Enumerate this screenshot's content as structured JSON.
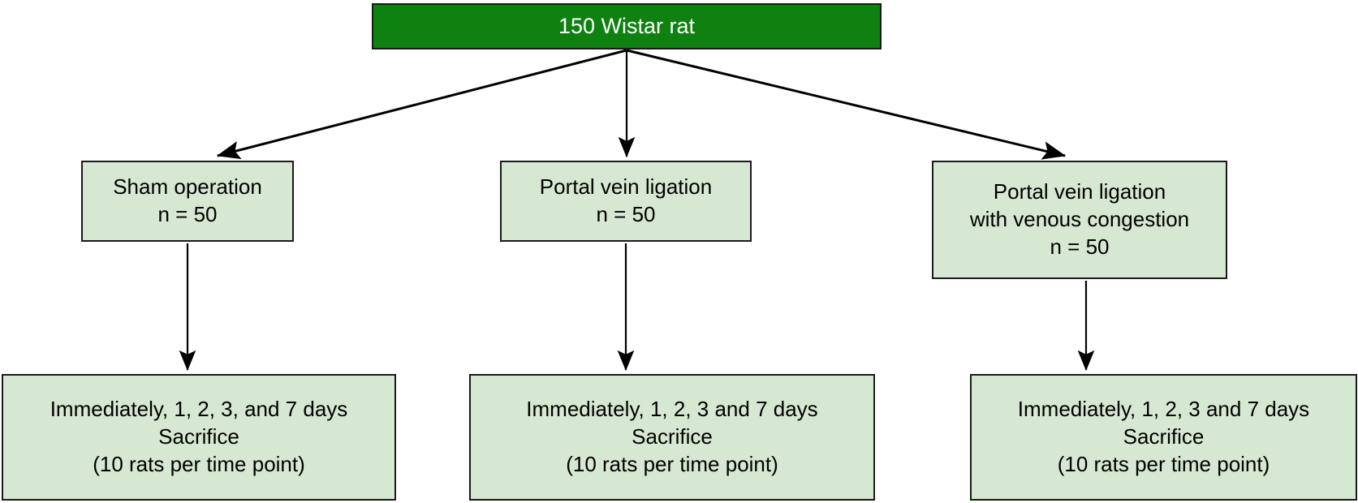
{
  "diagram": {
    "title": "Rat experimental design flowchart",
    "colors": {
      "root_fill": "#0e8110",
      "root_text": "#ffffff",
      "stage_fill": "#d7e8d2",
      "border": "#1a1a1a",
      "edge": "#000000",
      "background": "#ffffff"
    },
    "root": {
      "label": "150 Wistar rat"
    },
    "groups": [
      {
        "id": "sham",
        "lines": [
          "Sham operation",
          "n = 50"
        ]
      },
      {
        "id": "pvl",
        "lines": [
          "Portal vein ligation",
          "n = 50"
        ]
      },
      {
        "id": "pvl-venous-congestion",
        "lines": [
          "Portal vein ligation",
          "with venous congestion",
          "n = 50"
        ]
      }
    ],
    "sacrifice": [
      {
        "id": "sacrifice-sham",
        "lines": [
          "Immediately, 1, 2, 3, and 7 days",
          "Sacrifice",
          "(10 rats per time point)"
        ]
      },
      {
        "id": "sacrifice-pvl",
        "lines": [
          "Immediately, 1, 2, 3 and 7 days",
          "Sacrifice",
          "(10 rats per time point)"
        ]
      },
      {
        "id": "sacrifice-pvl-venous-congestion",
        "lines": [
          "Immediately, 1, 2, 3 and 7 days",
          "Sacrifice",
          "(10 rats per time point)"
        ]
      }
    ]
  }
}
